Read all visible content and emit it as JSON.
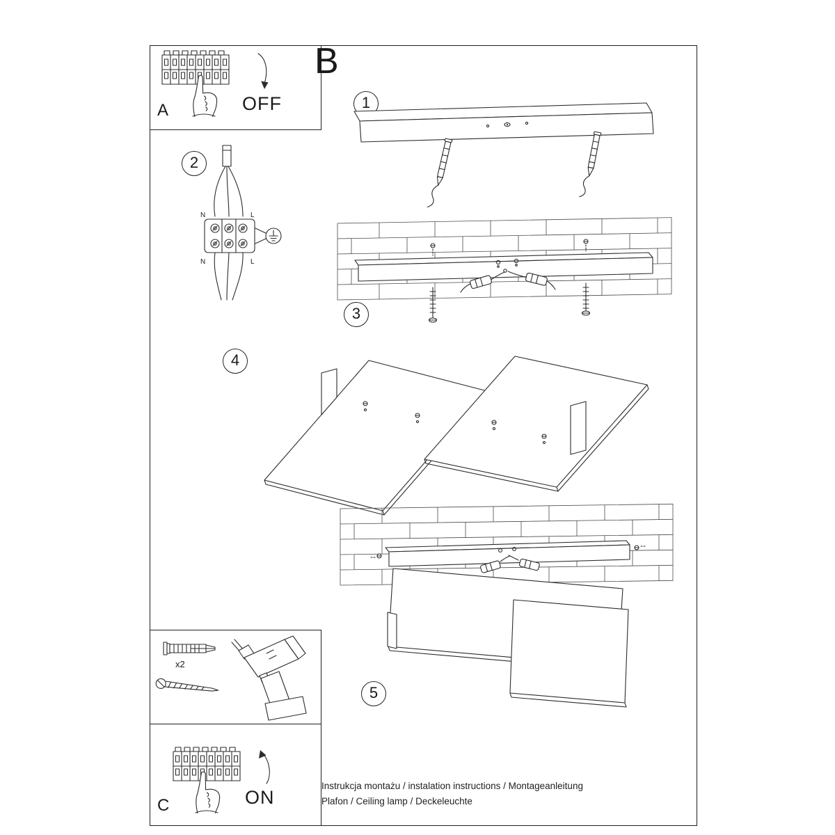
{
  "sheet": {
    "section_label": "B",
    "footer_line1": "Instrukcja montażu / instalation instructions / Montageanleitung",
    "footer_line2": "Plafon / Ceiling lamp / Deckeleuchte"
  },
  "panel_off": {
    "label": "A",
    "state_label": "OFF"
  },
  "panel_on": {
    "label": "C",
    "state_label": "ON"
  },
  "step_badges": {
    "s1": "1",
    "s2": "2",
    "s3": "3",
    "s4": "4",
    "s5": "5"
  },
  "wiring_labels": {
    "top_left": "N",
    "top_right": "L",
    "bottom_left": "N",
    "bottom_right": "L"
  },
  "tools": {
    "anchor_quantity": "x2"
  }
}
